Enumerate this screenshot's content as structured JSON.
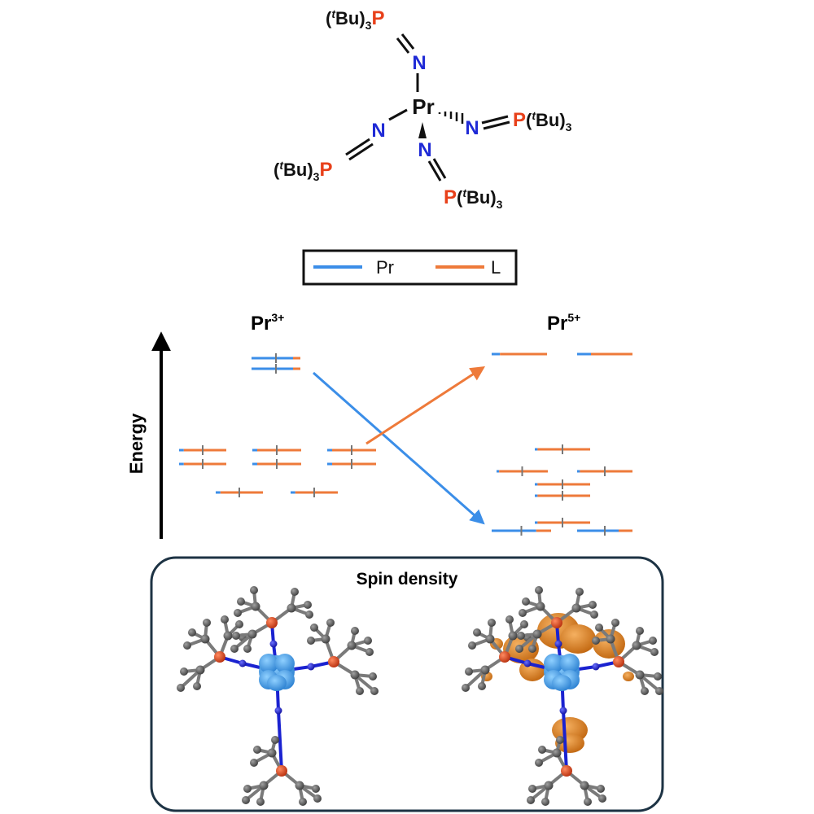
{
  "molecule": {
    "center": "Pr",
    "nitrogen": "N",
    "phosphorus": "P",
    "ligand_prefix_open": "(",
    "ligand_t": "t",
    "ligand_bu": "Bu)",
    "ligand_sub": "3",
    "colors": {
      "N": "#1f2ad6",
      "P": "#e8401a",
      "bond": "#111111"
    }
  },
  "legend": {
    "items": [
      {
        "label": "Pr",
        "color": "#3b8ee8"
      },
      {
        "label": "L",
        "color": "#ee7a3a"
      }
    ]
  },
  "energy_diagram": {
    "axis_label": "Energy",
    "left_label_base": "Pr",
    "left_label_sup": "3+",
    "right_label_base": "Pr",
    "right_label_sup": "5+",
    "colors": {
      "Pr": "#3b8ee8",
      "L": "#ee7a3a",
      "spin": "#777777"
    },
    "left_levels": [
      {
        "pr": 0.85,
        "spins": 1
      },
      {
        "pr": 0.85,
        "spins": 1
      },
      {
        "pr": 0.1,
        "spins": 1
      },
      {
        "pr": 0.1,
        "spins": 1
      },
      {
        "pr": 0.1,
        "spins": 1
      },
      {
        "pr": 0.1,
        "spins": 1
      },
      {
        "pr": 0.1,
        "spins": 1
      },
      {
        "pr": 0.1,
        "spins": 1
      },
      {
        "pr": 0.1,
        "spins": 1
      },
      {
        "pr": 0.1,
        "spins": 1
      }
    ],
    "right_levels": [
      {
        "pr": 0.15,
        "spins": 0
      },
      {
        "pr": 0.25,
        "spins": 0
      },
      {
        "pr": 0.05,
        "spins": 1
      },
      {
        "pr": 0.05,
        "spins": 1
      },
      {
        "pr": 0.05,
        "spins": 1
      },
      {
        "pr": 0.05,
        "spins": 1
      },
      {
        "pr": 0.05,
        "spins": 1
      },
      {
        "pr": 0.05,
        "spins": 1
      },
      {
        "pr": 0.75,
        "spins": 1
      },
      {
        "pr": 0.75,
        "spins": 1
      }
    ]
  },
  "spin_panel": {
    "title": "Spin density",
    "colors": {
      "atom": "#5f5f5f",
      "bond": "#7a7a7a",
      "P": "#e0401a",
      "N": "#1a22d0",
      "Pr_density": "#3d9ee8",
      "L_density": "#e0801e",
      "border": "#1d3344"
    }
  }
}
